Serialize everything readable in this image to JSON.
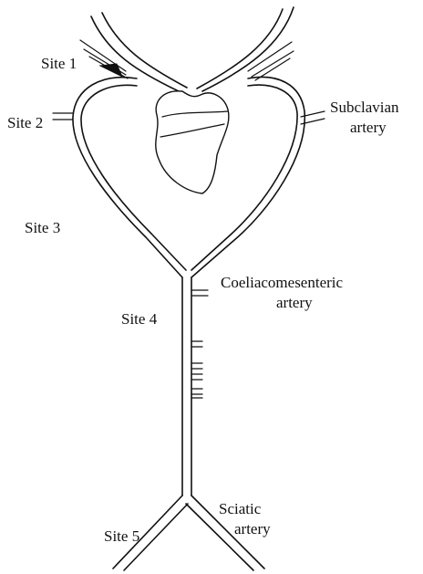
{
  "labels": {
    "site1": "Site 1",
    "site2": "Site 2",
    "site3": "Site 3",
    "site4": "Site 4",
    "site5": "Site 5",
    "subclavian_line1": "Subclavian",
    "subclavian_line2": "artery",
    "coeliaco_line1": "Coeliacomesenteric",
    "coeliaco_line2": "artery",
    "sciatic_line1": "Sciatic",
    "sciatic_line2": "artery"
  },
  "colors": {
    "stroke": "#111111",
    "background": "#ffffff"
  }
}
